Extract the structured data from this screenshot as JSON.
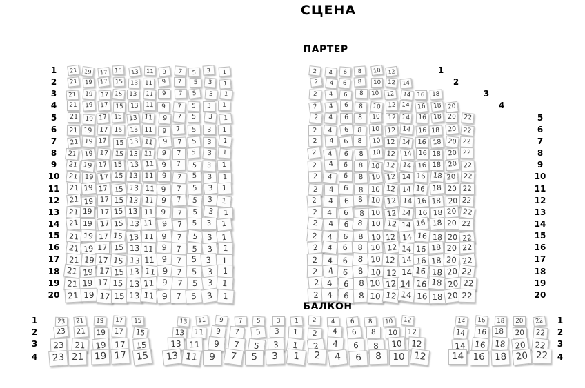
{
  "titles": {
    "stage": "СЦЕНА",
    "parterre": "ПАРТЕР",
    "balcony": "БАЛКОН"
  },
  "colors": {
    "background": "#ffffff",
    "seat_fill": "#fdfdfd",
    "seat_border": "#bdbdbd",
    "seat_text": "#3a3a3a",
    "label_text": "#000000"
  },
  "parterre": {
    "num_rows": 20,
    "row_labels": [
      "1",
      "2",
      "3",
      "4",
      "5",
      "6",
      "7",
      "8",
      "9",
      "10",
      "11",
      "12",
      "13",
      "14",
      "15",
      "16",
      "17",
      "18",
      "19",
      "20"
    ],
    "left_block": {
      "seat_numbers": [
        21,
        19,
        17,
        15,
        13,
        11,
        9,
        7,
        5,
        3,
        1
      ]
    },
    "right_block": {
      "seat_numbers_full": [
        2,
        4,
        6,
        8,
        10,
        12,
        14,
        16,
        18,
        20,
        22
      ],
      "seats_per_row": [
        6,
        7,
        9,
        10,
        11,
        11,
        11,
        11,
        11,
        11,
        11,
        11,
        11,
        11,
        11,
        11,
        11,
        11,
        11,
        11
      ]
    }
  },
  "balcony": {
    "num_rows": 4,
    "row_labels": [
      "1",
      "2",
      "3",
      "4"
    ],
    "left_block": {
      "seat_numbers": [
        23,
        21,
        19,
        17,
        15
      ]
    },
    "middle_block": {
      "seat_numbers": [
        13,
        11,
        9,
        7,
        5,
        3,
        1,
        2,
        4,
        6,
        8,
        10,
        12
      ]
    },
    "right_block": {
      "seat_numbers": [
        14,
        16,
        18,
        20,
        22
      ]
    }
  }
}
